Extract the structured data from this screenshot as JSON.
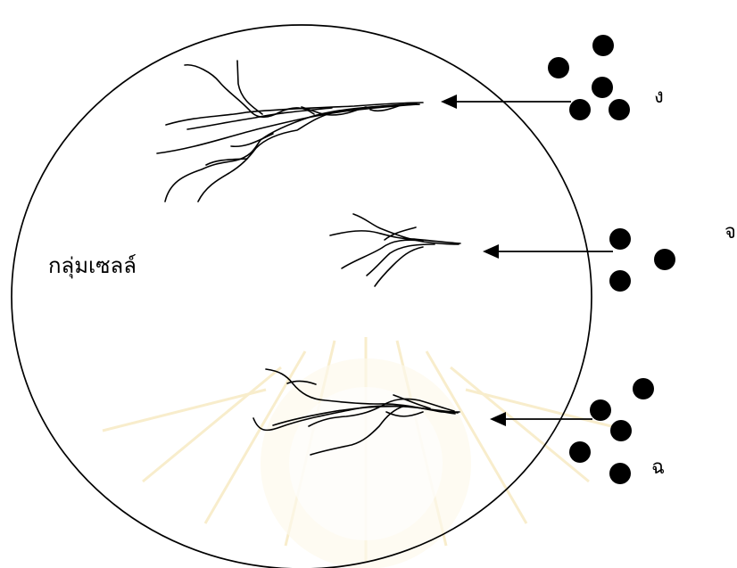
{
  "labels": {
    "cell_group": "กลุ่มเซลล์",
    "mark_top": "ง",
    "mark_middle": "จ",
    "mark_bottom": "ฉ"
  },
  "colors": {
    "stroke": "#000000",
    "dots": "#000000",
    "watermark": "#f6e7b8"
  },
  "icons": {
    "watermark": "seal-watermark"
  }
}
